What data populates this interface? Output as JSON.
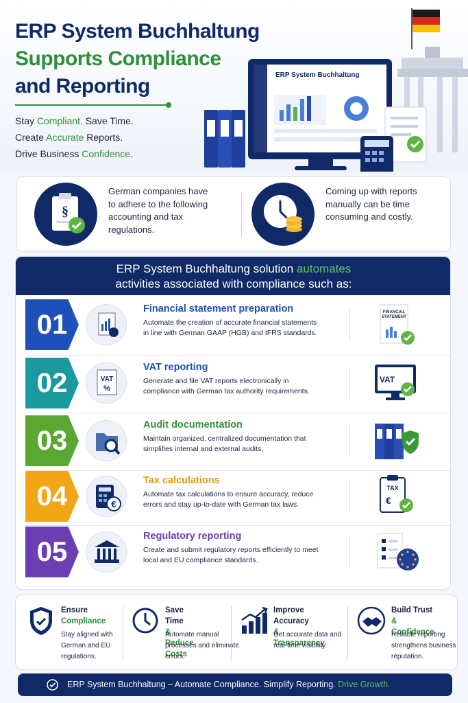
{
  "header": {
    "title_line1": "ERP System Buchhaltung",
    "title_line2": "Supports Compliance",
    "title_line3": "and Reporting",
    "tagline": [
      {
        "pre": "Stay ",
        "green": "Compliant",
        "post": ". Save Time."
      },
      {
        "pre": "Create ",
        "green": "Accurate",
        "post": " Reports."
      },
      {
        "pre": "Drive Business ",
        "green": "Confidence",
        "post": "."
      }
    ],
    "monitor_title": "ERP System Buchhaltung"
  },
  "intro": {
    "left_text": "German companies have to adhere to the following accounting and tax regulations.",
    "right_text": "Coming up with reports manually can be time consuming and costly."
  },
  "panel": {
    "heading_line1_pre": "ERP System Buchhaltung solution ",
    "heading_line1_green": "automates",
    "heading_line2": "activities associated with compliance such as:",
    "items": [
      {
        "num": "01",
        "title": "Financial statement preparation",
        "desc": "Automate the creation of accurate financial statements in line with German GAAP (HGB) and IFRS standards.",
        "color": "#1f4fb8",
        "title_color": "#1f4fb8",
        "icon": "financial-report-icon",
        "right_icon": "financial-statement-doc-icon",
        "right_label": "FINANCIAL STATEMENT"
      },
      {
        "num": "02",
        "title": "VAT reporting",
        "desc": "Generate and file VAT reports electronically in compliance with German tax authority requirements.",
        "color": "#1a9a9f",
        "title_color": "#1f4fb8",
        "icon": "vat-percent-icon",
        "right_icon": "vat-monitor-icon",
        "right_label": "VAT"
      },
      {
        "num": "03",
        "title": "Audit documentation",
        "desc": "Maintain organized, centralized documentation that simplifies internal and external audits.",
        "color": "#5aa832",
        "title_color": "#2f8f3a",
        "icon": "folder-magnifier-icon",
        "right_icon": "binders-shield-icon",
        "right_label": ""
      },
      {
        "num": "04",
        "title": "Tax calculations",
        "desc": "Automate tax calculations to ensure accuracy, reduce errors and stay up-to-date with German tax laws.",
        "color": "#f2a515",
        "title_color": "#e79a0e",
        "icon": "calculator-euro-icon",
        "right_icon": "tax-clipboard-icon",
        "right_label": "TAX"
      },
      {
        "num": "05",
        "title": "Regulatory reporting",
        "desc": "Create and submit regulatory reports efficiently to meet local and EU compliance standards.",
        "color": "#6a3fb2",
        "title_color": "#6a3fb2",
        "icon": "government-building-icon",
        "right_icon": "checklist-eu-icon",
        "right_label": ""
      }
    ]
  },
  "benefits": [
    {
      "title": "Ensure",
      "green": "Compliance",
      "desc": "Stay aligned with German and EU regulations.",
      "icon": "shield-check-icon"
    },
    {
      "title": "Save Time",
      "green": "& Reduce Costs",
      "desc": "Automate manual processes and eliminate errors.",
      "icon": "clock-icon"
    },
    {
      "title": "Improve Accuracy",
      "green": "& Transparency",
      "desc": "Get accurate data and real-time visibility.",
      "icon": "bar-chart-arrow-icon"
    },
    {
      "title": "Build Trust",
      "green": "& Confidence",
      "desc": "Reliable reporting strengthens business reputation.",
      "icon": "handshake-icon"
    }
  ],
  "footer": {
    "text": "ERP System Buchhaltung – Automate Compliance. Simplify Reporting. ",
    "green": "Drive Growth."
  },
  "colors": {
    "navy": "#0f2a66",
    "green": "#2f8f3a",
    "light_green": "#5ec26a",
    "check_green": "#5fb544"
  }
}
